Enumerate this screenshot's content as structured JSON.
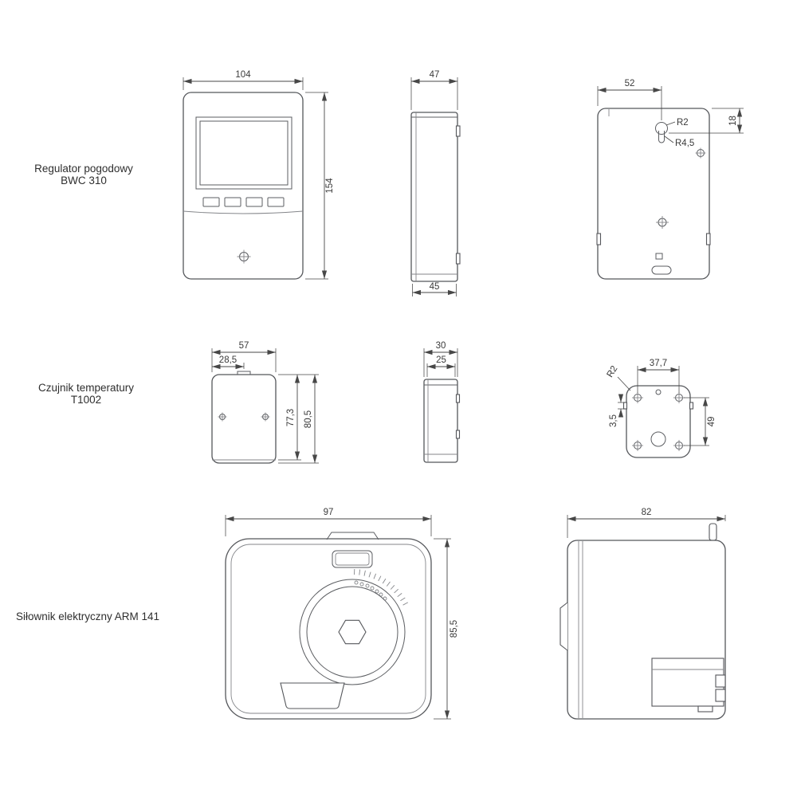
{
  "sections": {
    "regulator": {
      "label_line1": "Regulator pogodowy",
      "label_line2": "BWC 310",
      "front_width": "104",
      "front_height": "154",
      "side_width": "47",
      "side_bottom_width": "45",
      "back_hole_offset_x": "52",
      "back_hole_offset_y": "18",
      "radius_small": "R2",
      "radius_large": "R4,5"
    },
    "sensor": {
      "label_line1": "Czujnik temperatury",
      "label_line2": "T1002",
      "front_width": "57",
      "front_half_width": "28,5",
      "front_height_inner": "77,3",
      "front_height": "80,5",
      "side_width": "30",
      "side_inner_width": "25",
      "back_hole_spacing_x": "37,7",
      "corner_radius": "R2",
      "notch_height": "3,5",
      "back_hole_spacing_y": "49"
    },
    "actuator": {
      "label_line1": "Siłownik elektryczny ARM 141",
      "front_width": "97",
      "front_height": "85,5",
      "side_width": "82"
    }
  }
}
